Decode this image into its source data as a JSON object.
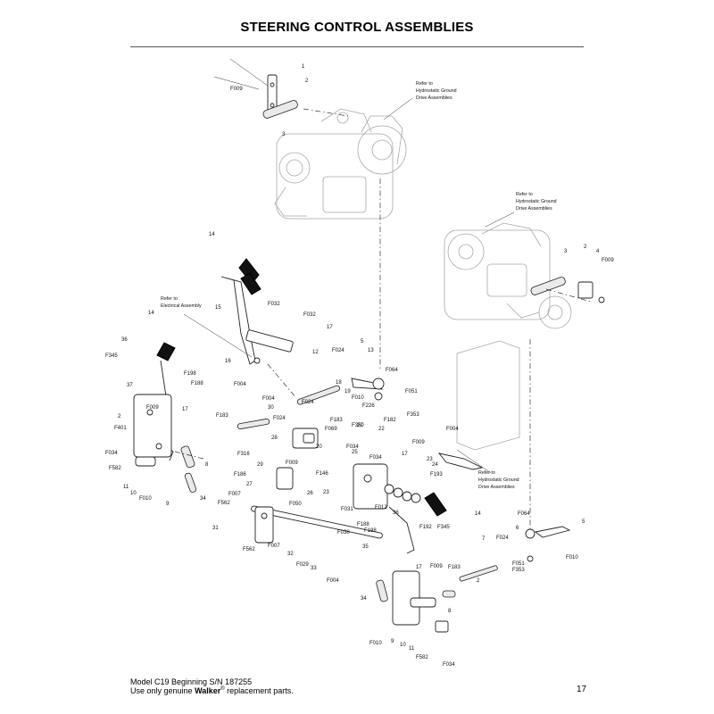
{
  "page": {
    "title": "STEERING CONTROL ASSEMBLIES",
    "page_number": "17"
  },
  "footer": {
    "model_line": "Model C19 Beginning S/N 187255",
    "tagline_prefix": "Use only genuine ",
    "tagline_brand": "Walker",
    "tagline_reg": "®",
    "tagline_suffix": " replacement parts."
  },
  "notes": [
    {
      "lines": [
        "Refer to",
        "Hydrostatic Ground",
        "Drive Assemblies"
      ]
    },
    {
      "lines": [
        "Refer to",
        "Hydrostatic Ground",
        "Drive Assemblies"
      ]
    },
    {
      "lines": [
        "Refer to",
        "Electrical Assembly"
      ]
    },
    {
      "lines": [
        "Refer to",
        "Hydrostatic Ground",
        "Drive Assemblies"
      ]
    }
  ],
  "callouts": [
    "1",
    "2",
    "F009",
    "3",
    "3",
    "2",
    "4",
    "F009",
    "14",
    "15",
    "F032",
    "F032",
    "17",
    "16",
    "F004",
    "F004",
    "12",
    "F024",
    "5",
    "13",
    "F064",
    "F051",
    "19",
    "F010",
    "F226",
    "F353",
    "18",
    "36",
    "14",
    "F345",
    "37",
    "F198",
    "F188",
    "F009",
    "17",
    "F401",
    "2",
    "F034",
    "F582",
    "11",
    "10",
    "F010",
    "9",
    "8",
    "34",
    "F183",
    "30",
    "F024",
    "F024",
    "F183",
    "F069",
    "F350",
    "F182",
    "22",
    "21",
    "20",
    "28",
    "29",
    "F316",
    "F186",
    "27",
    "F009",
    "F146",
    "26",
    "F050",
    "F007",
    "F562",
    "F034",
    "25",
    "F009",
    "17",
    "23",
    "24",
    "F193",
    "23",
    "F031",
    "F012",
    "14",
    "F188",
    "F198",
    "36",
    "F192",
    "F345",
    "F004",
    "F034",
    "31",
    "F562",
    "F007",
    "32",
    "F038",
    "35",
    "F029",
    "33",
    "F004",
    "17",
    "F009",
    "F183",
    "7",
    "F064",
    "6",
    "5",
    "F024",
    "F010",
    "F051",
    "F353",
    "2",
    "34",
    "8",
    "F010",
    "9",
    "10",
    "11",
    "F582",
    "F034"
  ]
}
